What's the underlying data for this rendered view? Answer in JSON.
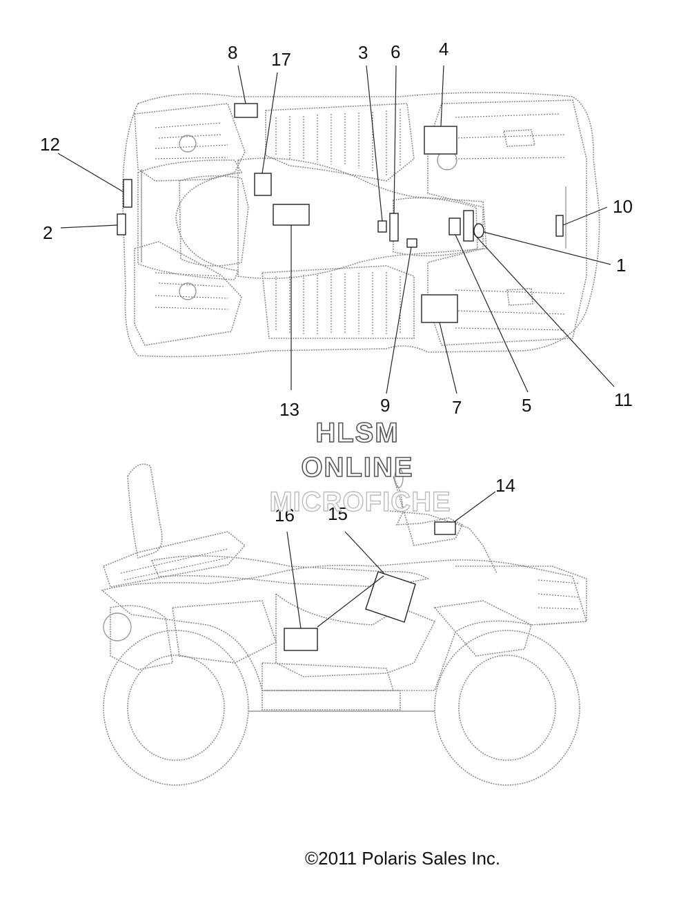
{
  "callouts": {
    "c1": "1",
    "c2": "2",
    "c3": "3",
    "c4": "4",
    "c5": "5",
    "c6": "6",
    "c7": "7",
    "c8": "8",
    "c9": "9",
    "c10": "10",
    "c11": "11",
    "c12": "12",
    "c13": "13",
    "c14": "14",
    "c15": "15",
    "c16": "16",
    "c17": "17"
  },
  "watermark": {
    "line1": "HLSM",
    "line2": "ONLINE",
    "line3": "MICROFICHE"
  },
  "copyright": "©2011 Polaris Sales Inc."
}
